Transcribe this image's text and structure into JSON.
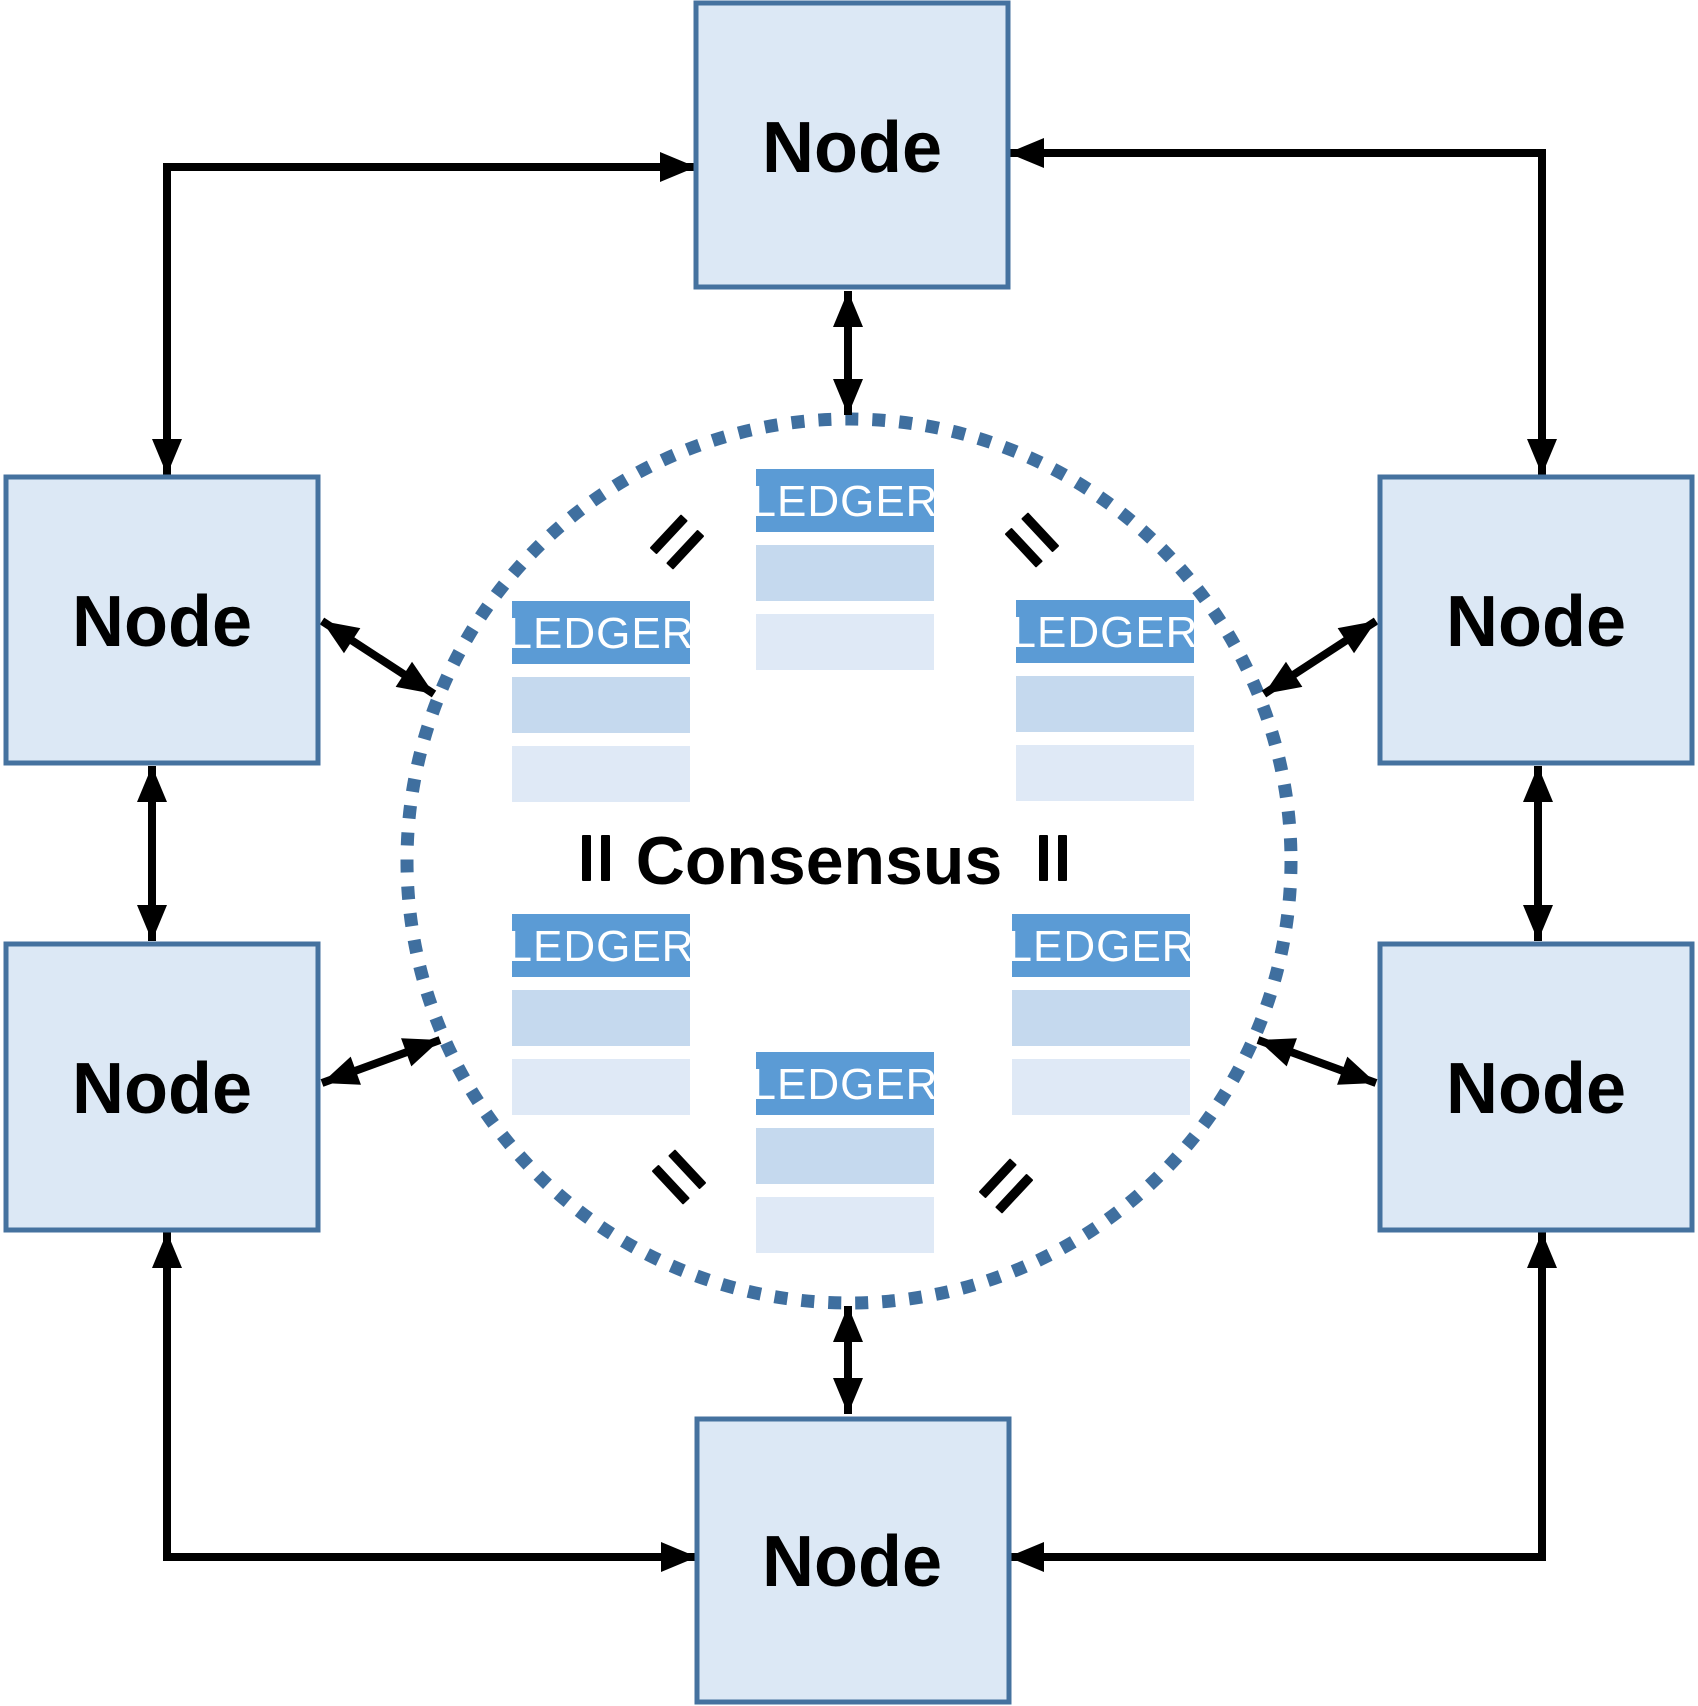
{
  "consensus": {
    "label": "Consensus"
  },
  "nodes": [
    {
      "position": "top",
      "label": "Node"
    },
    {
      "position": "upper-left",
      "label": "Node"
    },
    {
      "position": "upper-right",
      "label": "Node"
    },
    {
      "position": "lower-left",
      "label": "Node"
    },
    {
      "position": "lower-right",
      "label": "Node"
    },
    {
      "position": "bottom",
      "label": "Node"
    }
  ],
  "ledgers": [
    {
      "position": "top",
      "label": "LEDGER",
      "rows": 2
    },
    {
      "position": "upper-left",
      "label": "LEDGER",
      "rows": 2
    },
    {
      "position": "upper-right",
      "label": "LEDGER",
      "rows": 2
    },
    {
      "position": "lower-left",
      "label": "LEDGER",
      "rows": 2
    },
    {
      "position": "lower-right",
      "label": "LEDGER",
      "rows": 2
    },
    {
      "position": "bottom",
      "label": "LEDGER",
      "rows": 2
    }
  ],
  "equals_signs": [
    {
      "position": "upper-left",
      "icon": "equals-icon"
    },
    {
      "position": "upper-right",
      "icon": "equals-icon"
    },
    {
      "position": "middle-left",
      "icon": "equals-icon"
    },
    {
      "position": "middle-right",
      "icon": "equals-icon"
    },
    {
      "position": "lower-left",
      "icon": "equals-icon"
    },
    {
      "position": "lower-right",
      "icon": "equals-icon"
    }
  ],
  "colors": {
    "node_fill": "#dce8f5",
    "node_border": "#45729f",
    "ledger_header": "#5b9bd5",
    "ledger_row_mid": "#c5d9ee",
    "ledger_row_light": "#dfe9f6",
    "ledger_text": "#ffffff",
    "circle_dots": "#3f6f9f",
    "arrow": "#000000",
    "text": "#000000"
  }
}
